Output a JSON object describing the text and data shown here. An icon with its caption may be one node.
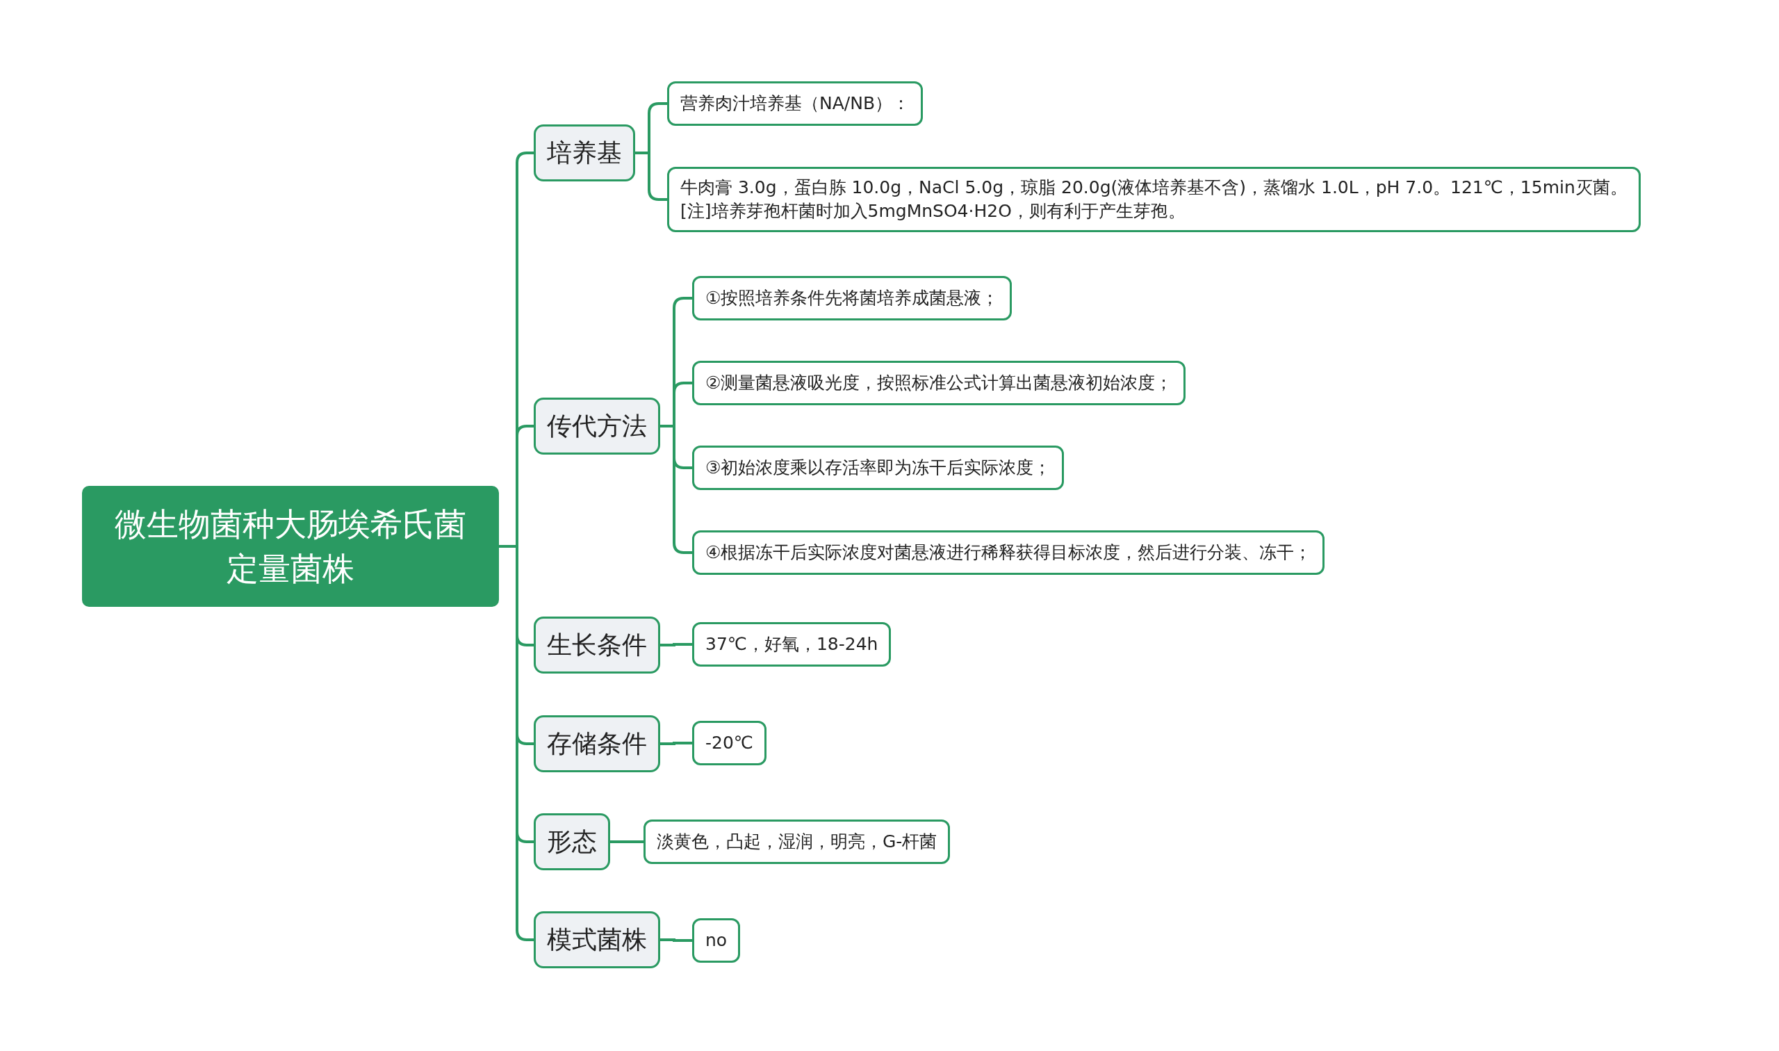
{
  "diagram": {
    "nodes": [
      {
        "text": [
          "微生物菌种大肠埃希氏菌定量菌株"
        ]
      },
      {
        "text": [
          "培养基"
        ]
      },
      {
        "text": [
          "营养肉汁培养基（NA/NB）："
        ]
      },
      {
        "text": [
          "牛肉膏 3.0g，蛋白胨 10.0g，NaCl 5.0g，琼脂 20.0g(液体培养基不含)，蒸馏水 1.0L，pH 7.0。121℃，15min灭菌。",
          "[注]培养芽孢杆菌时加入5mgMnSO4·H2O，则有利于产生芽孢。"
        ]
      },
      {
        "text": [
          "传代方法"
        ]
      },
      {
        "text": [
          "①按照培养条件先将菌培养成菌悬液；"
        ]
      },
      {
        "text": [
          "②测量菌悬液吸光度，按照标准公式计算出菌悬液初始浓度；"
        ]
      },
      {
        "text": [
          "③初始浓度乘以存活率即为冻干后实际浓度；"
        ]
      },
      {
        "text": [
          "④根据冻干后实际浓度对菌悬液进行稀释获得目标浓度，然后进行分装、冻干；"
        ]
      },
      {
        "text": [
          "生长条件"
        ]
      },
      {
        "text": [
          "37℃，好氧，18-24h"
        ]
      },
      {
        "text": [
          "存储条件"
        ]
      },
      {
        "text": [
          "-20℃"
        ]
      },
      {
        "text": [
          "形态"
        ]
      },
      {
        "text": [
          "淡黄色，凸起，湿润，明亮，G-杆菌"
        ]
      },
      {
        "text": [
          "模式菌株"
        ]
      },
      {
        "text": [
          "no"
        ]
      }
    ],
    "edges": [
      {
        "from": 0,
        "to": 1,
        "arrow": "none"
      },
      {
        "from": 0,
        "to": 4,
        "arrow": "none"
      },
      {
        "from": 0,
        "to": 9,
        "arrow": "none"
      },
      {
        "from": 0,
        "to": 11,
        "arrow": "none"
      },
      {
        "from": 0,
        "to": 13,
        "arrow": "none"
      },
      {
        "from": 0,
        "to": 15,
        "arrow": "none"
      },
      {
        "from": 1,
        "to": 2,
        "arrow": "none"
      },
      {
        "from": 1,
        "to": 3,
        "arrow": "none"
      },
      {
        "from": 4,
        "to": 5,
        "arrow": "none"
      },
      {
        "from": 4,
        "to": 6,
        "arrow": "none"
      },
      {
        "from": 4,
        "to": 7,
        "arrow": "none"
      },
      {
        "from": 4,
        "to": 8,
        "arrow": "none"
      },
      {
        "from": 9,
        "to": 10,
        "arrow": "none"
      },
      {
        "from": 11,
        "to": 12,
        "arrow": "none"
      },
      {
        "from": 13,
        "to": 14,
        "arrow": "none"
      },
      {
        "from": 15,
        "to": 16,
        "arrow": "none"
      }
    ]
  }
}
